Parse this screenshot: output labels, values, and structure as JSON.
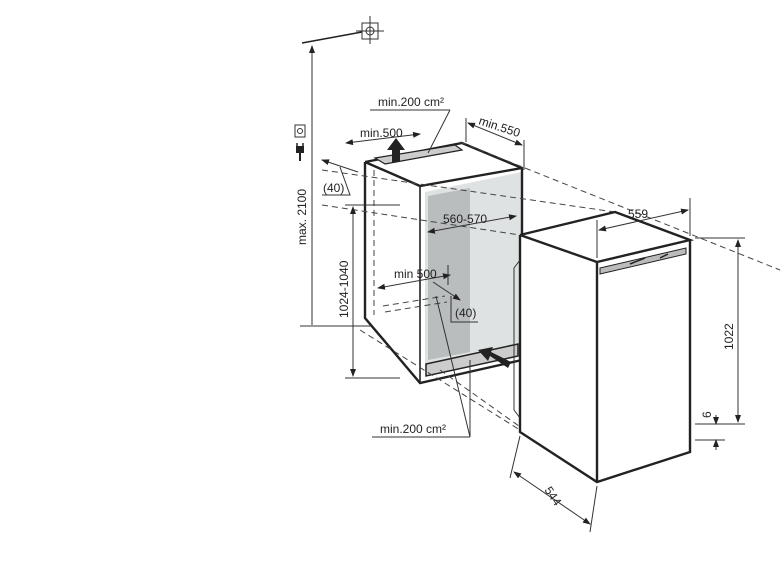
{
  "diagram": {
    "title": "Built-in refrigerator installation dimensions",
    "labels": {
      "max_height": "max. 2100",
      "top_vent_area": "min.200 cm²",
      "top_vent_width": "min.500",
      "niche_depth": "min.550",
      "top_gap": "(40)",
      "niche_width": "560-570",
      "niche_height": "1024-1040",
      "bottom_vent_width": "min 500",
      "bottom_gap": "(40)",
      "bottom_vent_area": "min.200 cm²",
      "appliance_width": "559",
      "appliance_height": "1022",
      "foot_height": "6",
      "appliance_depth": "544"
    },
    "colors": {
      "line": "#222222",
      "niche_fill": "#d9dcdc",
      "back_wall": "#b9bdbd"
    }
  }
}
